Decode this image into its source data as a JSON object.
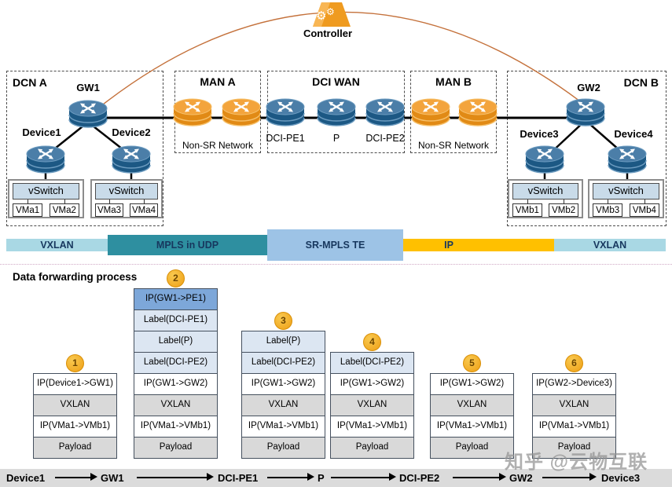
{
  "watermark": "知乎 @云物互联",
  "controller": {
    "label": "Controller"
  },
  "icons": {
    "controller_gear": "⚙",
    "controller_shape": "gears-trapezoid",
    "router_shape": "four-way-arrows-cylinder"
  },
  "topology": {
    "dcn_a": {
      "title": "DCN A",
      "gw_label": "GW1",
      "device1": "Device1",
      "device2": "Device2",
      "vswitches": [
        {
          "label": "vSwitch",
          "vms": [
            "VMa1",
            "VMa2"
          ]
        },
        {
          "label": "vSwitch",
          "vms": [
            "VMa3",
            "VMa4"
          ]
        }
      ]
    },
    "man_a": {
      "title": "MAN A",
      "note": "Non-SR Network"
    },
    "dci_wan": {
      "title": "DCI WAN",
      "pe1": "DCI-PE1",
      "p": "P",
      "pe2": "DCI-PE2"
    },
    "man_b": {
      "title": "MAN B",
      "note": "Non-SR Network"
    },
    "dcn_b": {
      "title": "DCN B",
      "gw_label": "GW2",
      "device1": "Device3",
      "device2": "Device4",
      "vswitches": [
        {
          "label": "vSwitch",
          "vms": [
            "VMb1",
            "VMb2"
          ]
        },
        {
          "label": "vSwitch",
          "vms": [
            "VMb3",
            "VMb4"
          ]
        }
      ]
    }
  },
  "overlay_bar": {
    "segments": [
      {
        "label": "VXLAN",
        "color": "#a9d8e4"
      },
      {
        "label": "MPLS in UDP",
        "color": "#2e8fa0"
      },
      {
        "label": "SR-MPLS TE",
        "color": "#9dc3e6"
      },
      {
        "label": "IP",
        "color": "#ffc000"
      },
      {
        "label": "VXLAN",
        "color": "#a9d8e4"
      }
    ]
  },
  "forwarding": {
    "title": "Data forwarding process",
    "stacks": [
      {
        "num": "1",
        "cells": [
          {
            "text": "IP(Device1->GW1)",
            "style": "white"
          },
          {
            "text": "VXLAN",
            "style": "gray"
          },
          {
            "text": "IP(VMa1->VMb1)",
            "style": "white"
          },
          {
            "text": "Payload",
            "style": "gray"
          }
        ]
      },
      {
        "num": "2",
        "cells": [
          {
            "text": "IP(GW1->PE1)",
            "style": "blue"
          },
          {
            "text": "Label(DCI-PE1)",
            "style": "lightblue"
          },
          {
            "text": "Label(P)",
            "style": "lightblue"
          },
          {
            "text": "Label(DCI-PE2)",
            "style": "lightblue"
          },
          {
            "text": "IP(GW1->GW2)",
            "style": "white"
          },
          {
            "text": "VXLAN",
            "style": "gray"
          },
          {
            "text": "IP(VMa1->VMb1)",
            "style": "white"
          },
          {
            "text": "Payload",
            "style": "gray"
          }
        ]
      },
      {
        "num": "3",
        "cells": [
          {
            "text": "Label(P)",
            "style": "lightblue"
          },
          {
            "text": "Label(DCI-PE2)",
            "style": "lightblue"
          },
          {
            "text": "IP(GW1->GW2)",
            "style": "white"
          },
          {
            "text": "VXLAN",
            "style": "gray"
          },
          {
            "text": "IP(VMa1->VMb1)",
            "style": "white"
          },
          {
            "text": "Payload",
            "style": "gray"
          }
        ]
      },
      {
        "num": "4",
        "cells": [
          {
            "text": "Label(DCI-PE2)",
            "style": "lightblue"
          },
          {
            "text": "IP(GW1->GW2)",
            "style": "white"
          },
          {
            "text": "VXLAN",
            "style": "gray"
          },
          {
            "text": "IP(VMa1->VMb1)",
            "style": "white"
          },
          {
            "text": "Payload",
            "style": "gray"
          }
        ]
      },
      {
        "num": "5",
        "cells": [
          {
            "text": "IP(GW1->GW2)",
            "style": "white"
          },
          {
            "text": "VXLAN",
            "style": "gray"
          },
          {
            "text": "IP(VMa1->VMb1)",
            "style": "white"
          },
          {
            "text": "Payload",
            "style": "gray"
          }
        ]
      },
      {
        "num": "6",
        "cells": [
          {
            "text": "IP(GW2->Device3)",
            "style": "white"
          },
          {
            "text": "VXLAN",
            "style": "gray"
          },
          {
            "text": "IP(VMa1->VMb1)",
            "style": "white"
          },
          {
            "text": "Payload",
            "style": "gray"
          }
        ]
      }
    ]
  },
  "flow": {
    "nodes": [
      "Device1",
      "GW1",
      "DCI-PE1",
      "P",
      "DCI-PE2",
      "GW2",
      "Device3"
    ]
  },
  "palette": {
    "router_blue_top": "#4b7ea8",
    "router_blue_body": "#1c5884",
    "router_blue_ring": "#6d9cc0",
    "router_orange_top": "#f3a43c",
    "router_orange_body": "#e18a15",
    "router_orange_ring": "#f6c06a",
    "controller_fill": "#ef9b20",
    "controller_highlight": "#f8b654",
    "link_arc": "#c4713b",
    "link_line": "#000000",
    "stack_header_blue": "#7da7d9",
    "stack_label_bg": "#dce6f2",
    "stack_gray": "#d9d9d9"
  }
}
